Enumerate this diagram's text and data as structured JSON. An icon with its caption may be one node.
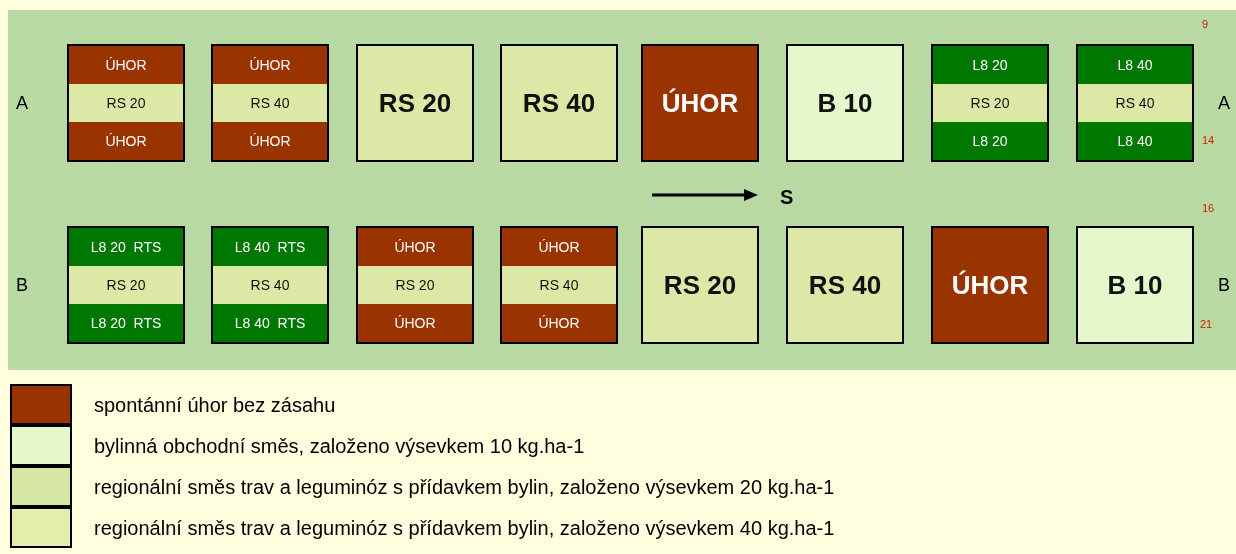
{
  "diagram": {
    "nodes": [
      {
        "text": [
          "ÚHOR",
          "RS 20",
          "ÚHOR"
        ]
      },
      {
        "text": [
          "ÚHOR",
          "RS 40",
          "ÚHOR"
        ]
      },
      {
        "text": [
          "RS 20"
        ]
      },
      {
        "text": [
          "RS 40"
        ]
      },
      {
        "text": [
          "ÚHOR"
        ]
      },
      {
        "text": [
          "B 10"
        ]
      },
      {
        "text": [
          "L8 20",
          "RS 20",
          "L8 20"
        ]
      },
      {
        "text": [
          "L8 40",
          "RS 40",
          "L8 40"
        ]
      },
      {
        "text": [
          "L8 20  RTS",
          "RS 20",
          "L8 20  RTS"
        ]
      },
      {
        "text": [
          "L8 40  RTS",
          "RS 40",
          "L8 40  RTS"
        ]
      },
      {
        "text": [
          "ÚHOR",
          "RS 20",
          "ÚHOR"
        ]
      },
      {
        "text": [
          "ÚHOR",
          "RS 40",
          "ÚHOR"
        ]
      },
      {
        "text": [
          "RS 20"
        ]
      },
      {
        "text": [
          "RS 40"
        ]
      },
      {
        "text": [
          "ÚHOR"
        ]
      },
      {
        "text": [
          "B 10"
        ]
      }
    ],
    "labels": [
      "9",
      "A",
      "A",
      "14",
      "S",
      "16",
      "B",
      "B",
      "21"
    ],
    "legend": [
      {
        "text": "spontánní úhor bez zásahu",
        "color": "#993300"
      },
      {
        "text": "bylinná obchodní směs, založeno výsevkem 10 kg.ha-1",
        "color": "#e4f8cc"
      },
      {
        "text": "regionální směs trav a leguminóz s přídavkem bylin, založeno výsevkem 20 kg.ha-1",
        "color": "#d6e6a4"
      },
      {
        "text": "regionální směs trav a leguminóz s přídavkem bylin, založeno výsevkem 40 kg.ha-1",
        "color": "#e2eeaa"
      }
    ]
  }
}
